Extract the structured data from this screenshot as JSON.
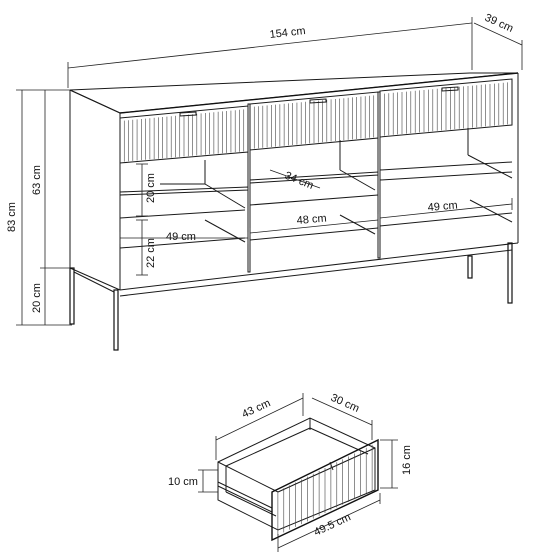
{
  "dimensions": {
    "total_width": "154 cm",
    "depth": "39 cm",
    "total_height": "83 cm",
    "body_height": "63 cm",
    "leg_height": "20 cm",
    "shelf_gap_upper": "20 cm",
    "shelf_gap_lower": "22 cm",
    "shelf_depth": "34 cm",
    "left_compartment_width": "49 cm",
    "middle_compartment_width": "48 cm",
    "right_compartment_width": "49 cm"
  },
  "drawer": {
    "length": "43 cm",
    "width": "30 cm",
    "inner_height": "10 cm",
    "front_height": "16 cm",
    "front_width": "49.5 cm"
  }
}
